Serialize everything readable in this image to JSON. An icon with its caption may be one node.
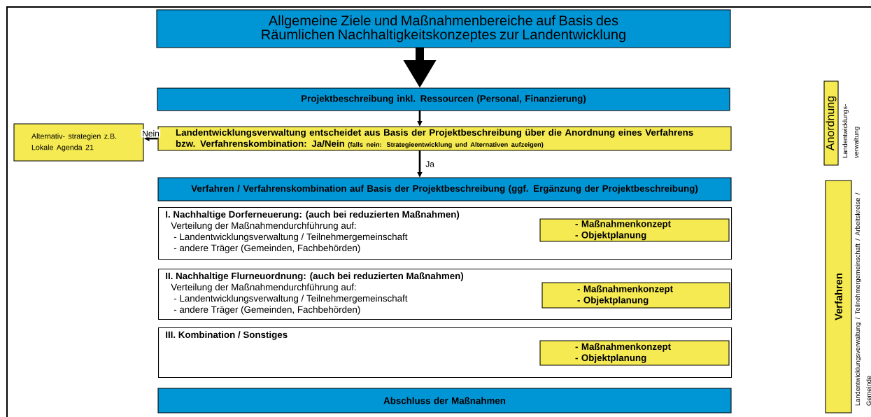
{
  "diagram": {
    "nodes": [
      {
        "text": [
          "Allgemeine Ziele und Maßnahmenbereiche auf Basis des Räumlichen Nachhaltigkeitskonzeptes zur Landentwicklung"
        ]
      },
      {
        "text": [
          "Projektbeschreibung inkl. Ressourcen (Personal, Finanzierung)"
        ]
      },
      {
        "text": [
          "Alternativ- strategien z.B. Lokale Agenda 21"
        ]
      },
      {
        "text": [
          "Landentwicklungsverwaltung entscheidet aus Basis der Projektbeschreibung über die Anordnung eines Verfahrens bzw. Verfahrenskombination: Ja/Nein",
          "(falls nein: Strategieentwicklung und Alternativen aufzeigen)"
        ]
      },
      {
        "text": [
          "Verfahren / Verfahrenskombination auf Basis der Projektbeschreibung (ggf. Ergänzung der Projektbeschreibung)"
        ]
      },
      {
        "text": [
          "I. Nachhaltige Dorferneuerung: (auch bei reduzierten Maßnahmen)",
          "Verteilung der Maßnahmendurchführung auf:",
          "- Landentwicklungsverwaltung / Teilnehmergemeinschaft",
          "- andere Träger (Gemeinden, Fachbehörden)"
        ]
      },
      {
        "text": [
          "- Maßnahmenkonzept",
          "- Objektplanung"
        ],
        "in": 5
      },
      {
        "text": [
          "II. Nachhaltige Flurneuordnung: (auch bei reduzierten Maßnahmen)",
          "Verteilung der Maßnahmendurchführung auf:",
          "- Landentwicklungsverwaltung / Teilnehmergemeinschaft",
          "- andere Träger (Gemeinden, Fachbehörden)"
        ]
      },
      {
        "text": [
          "- Maßnahmenkonzept",
          "- Objektplanung"
        ],
        "in": 7
      },
      {
        "text": [
          "III. Kombination / Sonstiges"
        ]
      },
      {
        "text": [
          "- Maßnahmenkonzept",
          "- Objektplanung"
        ],
        "in": 9
      },
      {
        "text": [
          "Abschluss der  Maßnahmen"
        ]
      },
      {
        "text": [
          "Anordnung"
        ],
        "beside": [
          "Landentwicklungs- verwaltung"
        ]
      },
      {
        "text": [
          "Verfahren"
        ],
        "beside": [
          "Landentwicklungsverwaltung / Teilnehmergemeinschaft / Arbeitskreise / Gemeinde"
        ]
      }
    ],
    "edges": [
      {
        "from": 0,
        "to": 1,
        "arrow": "to",
        "style": "thick"
      },
      {
        "from": 1,
        "to": 3,
        "arrow": "to"
      },
      {
        "from": 3,
        "to": 2,
        "arrow": "to",
        "label": "Nein"
      },
      {
        "from": 3,
        "to": 4,
        "arrow": "to",
        "label": "Ja"
      }
    ]
  }
}
